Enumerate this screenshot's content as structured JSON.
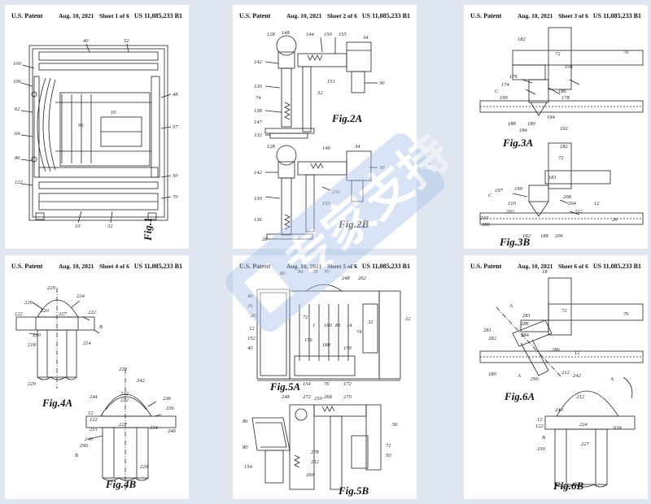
{
  "sheets": [
    {
      "header": {
        "left": "U.S. Patent",
        "date": "Aug. 10, 2021",
        "sheet": "Sheet 1 of 6",
        "number": "US 11,085,233 B1"
      },
      "figures": [
        "Fig.1"
      ]
    },
    {
      "header": {
        "left": "U.S. Patent",
        "date": "Aug. 10, 2021",
        "sheet": "Sheet 2 of 6",
        "number": "US 11,085,233 B1"
      },
      "figures": [
        "Fig.2A",
        "Fig.2B"
      ]
    },
    {
      "header": {
        "left": "U.S. Patent",
        "date": "Aug. 10, 2021",
        "sheet": "Sheet 3 of 6",
        "number": "US 11,085,233 B1"
      },
      "figures": [
        "Fig.3A",
        "Fig.3B"
      ]
    },
    {
      "header": {
        "left": "U.S. Patent",
        "date": "Aug. 10, 2021",
        "sheet": "Sheet 4 of 6",
        "number": "US 11,085,233 B1"
      },
      "figures": [
        "Fig.4A",
        "Fig.4B"
      ]
    },
    {
      "header": {
        "left": "U.S. Patent",
        "date": "Aug. 10, 2021",
        "sheet": "Sheet 5 of 6",
        "number": "US 11,085,233 B1"
      },
      "figures": [
        "Fig.5A",
        "Fig.5B"
      ]
    },
    {
      "header": {
        "left": "U.S. Patent",
        "date": "Aug. 10, 2021",
        "sheet": "Sheet 6 of 6",
        "number": "US 11,085,233 B1"
      },
      "figures": [
        "Fig.6A",
        "Fig.6B"
      ]
    }
  ],
  "watermark": {
    "text": "专家支持",
    "color": "#4a7fd0"
  }
}
